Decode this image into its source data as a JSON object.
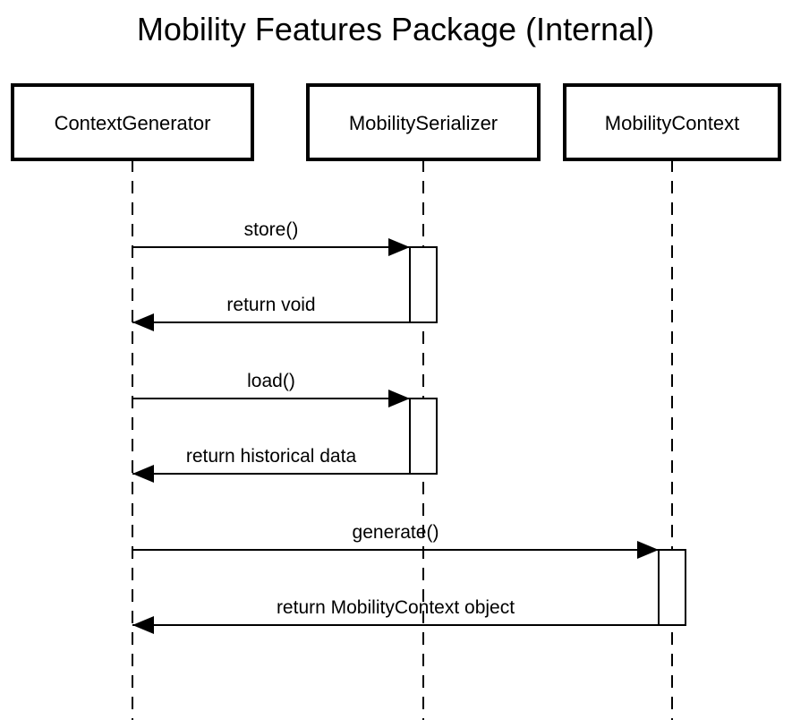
{
  "title": "Mobility Features Package (Internal)",
  "participants": [
    {
      "id": "context-generator",
      "label": "ContextGenerator"
    },
    {
      "id": "mobility-serializer",
      "label": "MobilitySerializer"
    },
    {
      "id": "mobility-context",
      "label": "MobilityContext"
    }
  ],
  "messages": [
    {
      "label": "store()",
      "from": "context-generator",
      "to": "mobility-serializer",
      "kind": "call"
    },
    {
      "label": "return void",
      "from": "mobility-serializer",
      "to": "context-generator",
      "kind": "return"
    },
    {
      "label": "load()",
      "from": "context-generator",
      "to": "mobility-serializer",
      "kind": "call"
    },
    {
      "label": "return historical data",
      "from": "mobility-serializer",
      "to": "context-generator",
      "kind": "return"
    },
    {
      "label": "generate()",
      "from": "context-generator",
      "to": "mobility-context",
      "kind": "call"
    },
    {
      "label": "return MobilityContext object",
      "from": "mobility-context",
      "to": "context-generator",
      "kind": "return"
    }
  ],
  "colors": {
    "line": "#000000",
    "background": "#ffffff"
  }
}
